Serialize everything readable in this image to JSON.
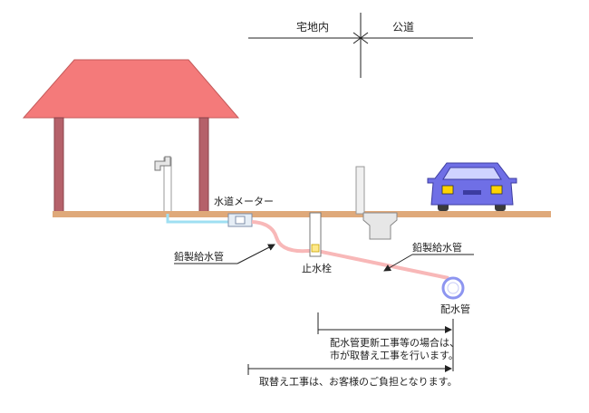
{
  "labels": {
    "private_land": "宅地内",
    "public_road": "公道",
    "water_meter": "水道メーター",
    "lead_pipe_left": "鉛製給水管",
    "lead_pipe_right": "鉛製給水管",
    "stop_valve": "止水栓",
    "main_pipe": "配水管"
  },
  "notes": {
    "city_line1": "配水管更新工事等の場合は、",
    "city_line2": "市が取替え工事を行います。",
    "customer": "取替え工事は、お客様のご負担となります。"
  },
  "colors": {
    "roof": "#f47a7a",
    "roof_stroke": "#c45a5a",
    "pillar": "#b5616a",
    "ground": "#dfa97a",
    "pipe_red": "#f8b8b8",
    "pipe_blue": "#9fdff2",
    "car_body": "#6f6fe6",
    "car_tire": "#3a3a3a",
    "car_light": "#ffd400",
    "main_pipe": "#8d95f0"
  }
}
